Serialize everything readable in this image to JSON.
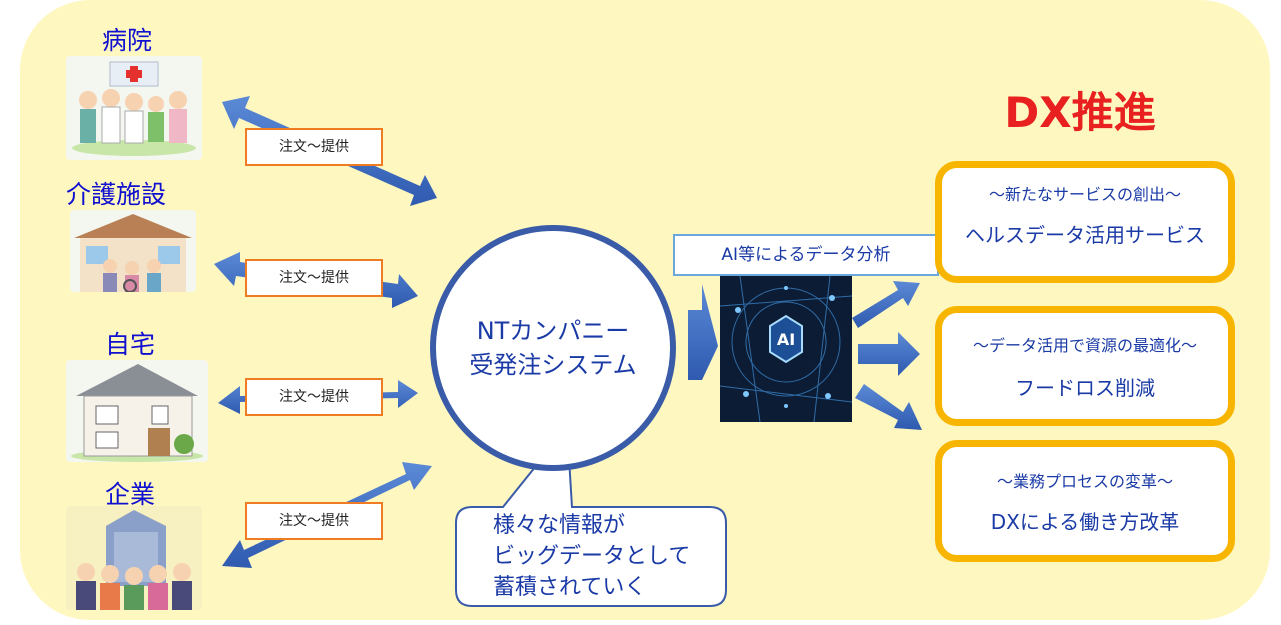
{
  "sources": [
    {
      "label": "病院",
      "icon": "hospital-staff-illustration"
    },
    {
      "label": "介護施設",
      "icon": "care-facility-illustration"
    },
    {
      "label": "自宅",
      "icon": "house-illustration"
    },
    {
      "label": "企業",
      "icon": "company-workers-illustration"
    }
  ],
  "exchange_label": "注文～提供",
  "system": {
    "line1": "NTカンパニー",
    "line2": "受発注システム"
  },
  "bigdata": {
    "line1": "様々な情報が",
    "line2": "ビッグデータとして",
    "line3": "蓄積されていく"
  },
  "ai_label": "AI等によるデータ分析",
  "ai_image_badge": "AI",
  "dx_title": "DX推進",
  "benefits": [
    {
      "sub": "～新たなサービスの創出～",
      "main": "ヘルスデータ活用サービス"
    },
    {
      "sub": "～データ活用で資源の最適化～",
      "main": "フードロス削減"
    },
    {
      "sub": "～業務プロセスの変革～",
      "main": "DXによる働き方改革"
    }
  ],
  "colors": {
    "panel": "#fff7c0",
    "arrow": "#3f6fc4",
    "circle_border": "#3a5ca8",
    "exchange_border": "#ef7b22",
    "benefit_border": "#f7b500",
    "dx_title": "#e82020",
    "label_text": "#1010d0"
  }
}
